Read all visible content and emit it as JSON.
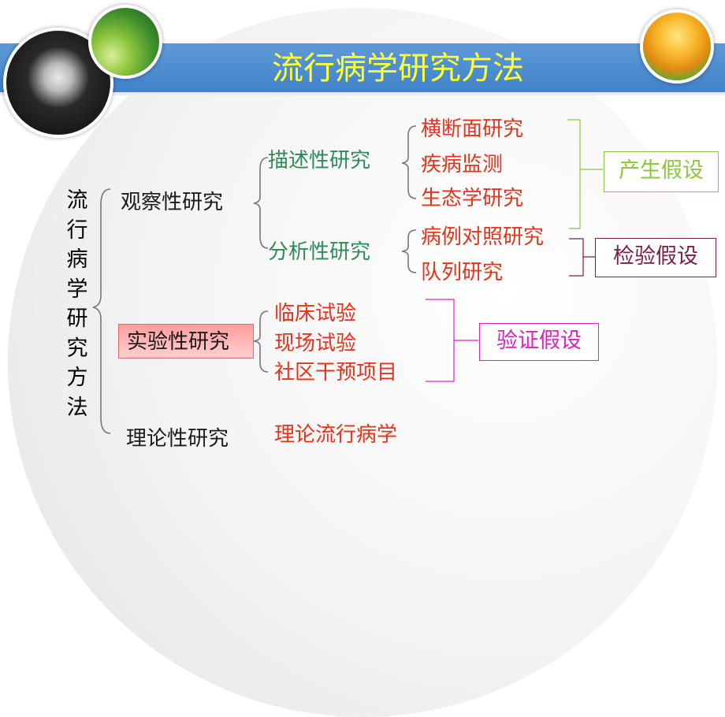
{
  "slide": {
    "title": "流行病学研究方法",
    "vertical_title": [
      "流",
      "行",
      "病",
      "学",
      "研",
      "究",
      "方",
      "法"
    ]
  },
  "observational": {
    "label": "观察性研究",
    "descriptive": {
      "label": "描述性研究",
      "methods": [
        "横断面研究",
        "疾病监测",
        "生态学研究"
      ],
      "hypothesis": "产生假设"
    },
    "analytical": {
      "label": "分析性研究",
      "methods": [
        "病例对照研究",
        "队列研究"
      ],
      "hypothesis": "检验假设"
    }
  },
  "experimental": {
    "label": "实验性研究",
    "methods": [
      "临床试验",
      "现场试验",
      "社区干预项目"
    ],
    "hypothesis": "验证假设"
  },
  "theoretical": {
    "label": "理论性研究",
    "methods": [
      "理论流行病学"
    ]
  },
  "icons": [
    "dandelion-photo-icon",
    "leaf-photo-icon",
    "tulip-photo-icon"
  ],
  "colors": {
    "title_bar": "#4a8bd0",
    "title_text": "#ffff33",
    "green_label": "#2e8b57",
    "red_label": "#e8331c",
    "generate_hypothesis": "#8dc63f",
    "test_hypothesis": "#7a1f3d",
    "verify_hypothesis": "#e020c0"
  }
}
